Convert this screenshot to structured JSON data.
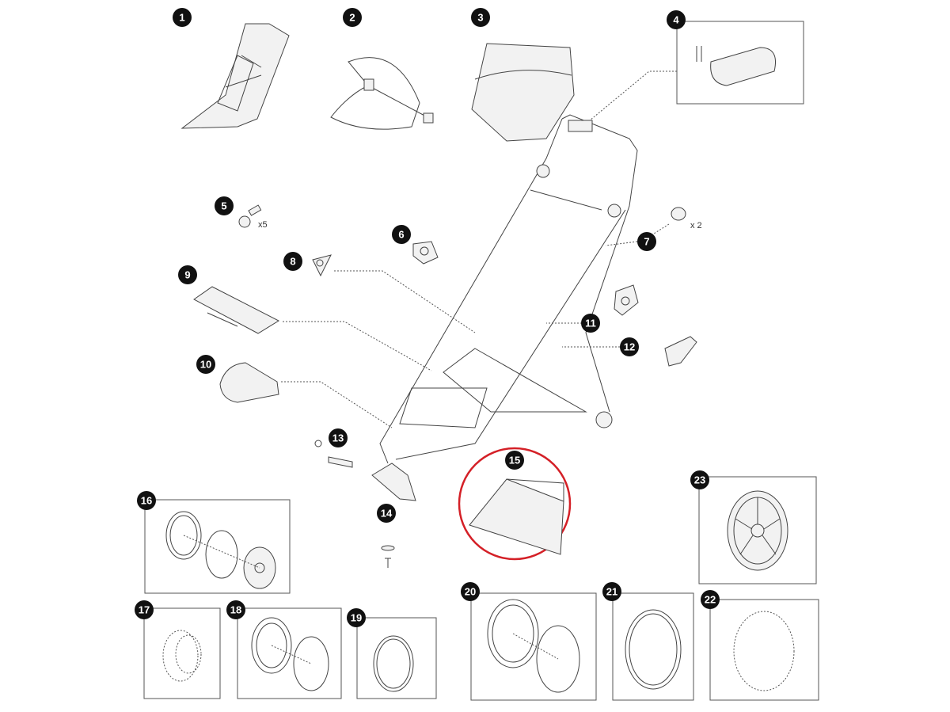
{
  "diagram": {
    "title": "Stroller exploded parts diagram",
    "callouts": {
      "c1": "1",
      "c2": "2",
      "c3": "3",
      "c4": "4",
      "c5": "5",
      "c6": "6",
      "c7": "7",
      "c8": "8",
      "c9": "9",
      "c10": "10",
      "c11": "11",
      "c12": "12",
      "c13": "13",
      "c14": "14",
      "c15": "15",
      "c16": "16",
      "c17": "17",
      "c18": "18",
      "c19": "19",
      "c20": "20",
      "c21": "21",
      "c22": "22",
      "c23": "23"
    },
    "quantities": {
      "part5": "x5",
      "part7": "x 2"
    },
    "highlighted_part": "15",
    "highlight_color": "#d42027"
  }
}
